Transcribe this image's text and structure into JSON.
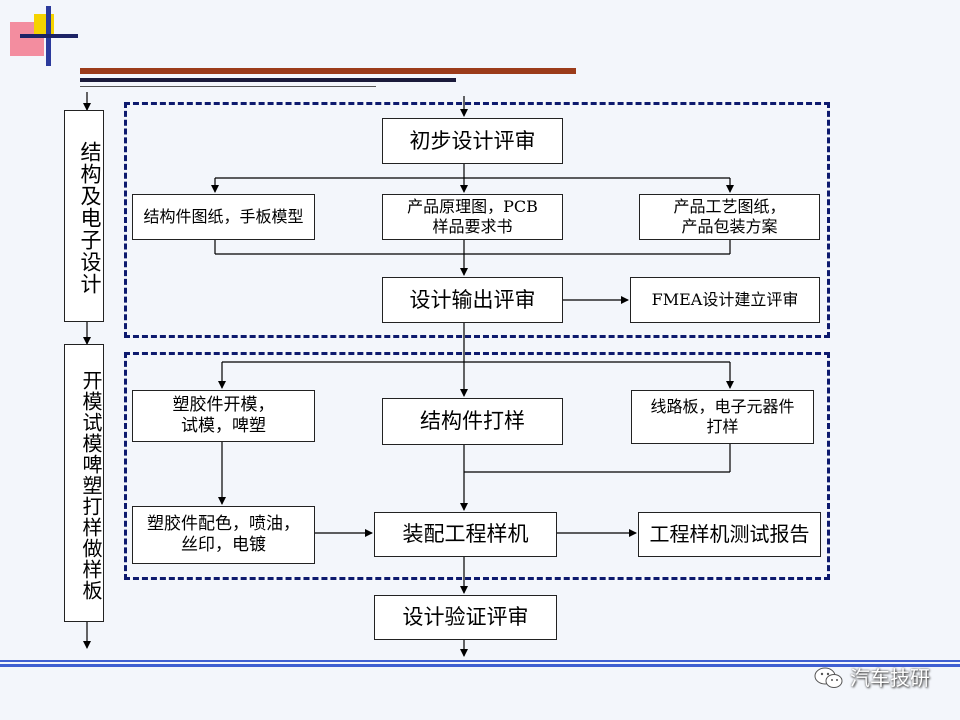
{
  "side_labels": {
    "design": "结构及电子设计",
    "mold": "开模试模啤塑打样做样板"
  },
  "nodes": {
    "initial_review": "初步设计评审",
    "struct_drawings": "结构件图纸，手板模型",
    "schematic_pcb": "产品原理图，PCB\n样品要求书",
    "process_drawings": "产品工艺图纸，\n产品包装方案",
    "output_review": "设计输出评审",
    "fmea": "FMEA设计建立评审",
    "plastic_mold": "塑胶件开模，\n试模，啤塑",
    "struct_sample": "结构件打样",
    "pcb_components": "线路板，电子元器件\n打样",
    "plastic_finish": "塑胶件配色，喷油，\n丝印，电镀",
    "assembly": "装配工程样机",
    "test_report": "工程样机测试报告",
    "verify_review": "设计验证评审"
  },
  "brand": {
    "name": "汽车技研",
    "icon": "wechat-icon"
  },
  "colors": {
    "dash": "#0d1a6e",
    "bar_brown": "#9b3b1a",
    "bar_dark": "#1a1a3a",
    "footer_blue": "#3f5fd1"
  }
}
